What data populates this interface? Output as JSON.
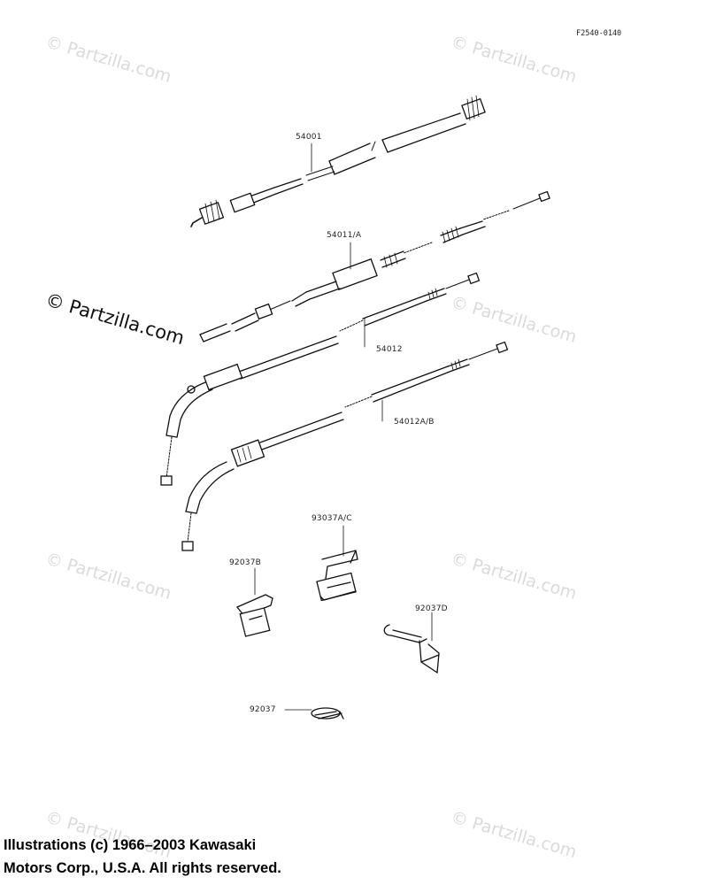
{
  "figure_code": "F2540-0140",
  "watermark_text": "© Partzilla.com",
  "parts": [
    {
      "id": "54001",
      "label": "54001"
    },
    {
      "id": "54011",
      "label": "54011/A"
    },
    {
      "id": "54012",
      "label": "54012"
    },
    {
      "id": "54012ab",
      "label": "54012A/B"
    },
    {
      "id": "93037",
      "label": "93037A/C"
    },
    {
      "id": "92037b",
      "label": "92037B"
    },
    {
      "id": "92037d",
      "label": "92037D"
    },
    {
      "id": "92037",
      "label": "92037"
    }
  ],
  "copyright": {
    "line1": "Illustrations (c) 1966–2003 Kawasaki",
    "line2": "Motors Corp., U.S.A.  All rights reserved."
  }
}
